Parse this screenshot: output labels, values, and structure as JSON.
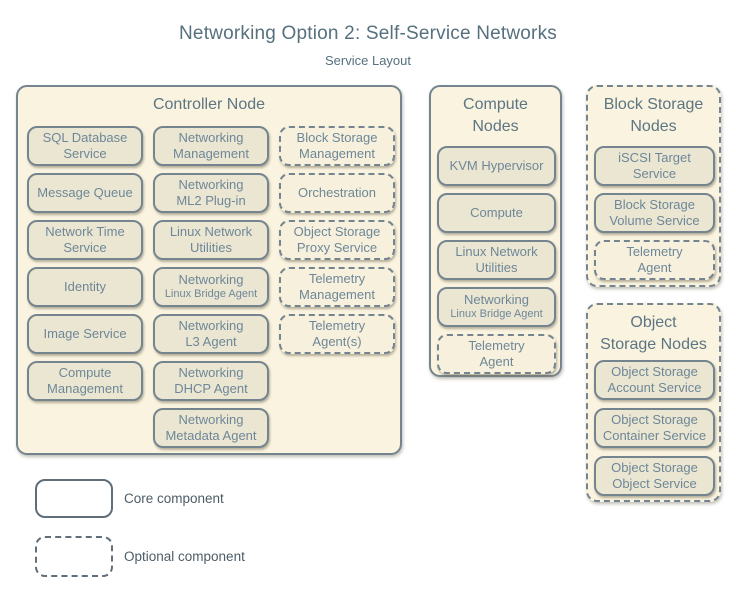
{
  "title": "Networking Option 2: Self-Service Networks",
  "subtitle": "Service Layout",
  "colors": {
    "container_fill": "#f9f3df",
    "service_fill": "#ebe6d2",
    "border": "#75858f",
    "title_text": "#56707e",
    "label_text": "#6e8798",
    "legend_text": "#4d5c66"
  },
  "groups": {
    "controller": {
      "title": "Controller Node",
      "optional": false,
      "columns": [
        [
          {
            "lines": [
              "SQL Database",
              "Service"
            ],
            "optional": false
          },
          {
            "lines": [
              "Message Queue"
            ],
            "optional": false
          },
          {
            "lines": [
              "Network Time",
              "Service"
            ],
            "optional": false
          },
          {
            "lines": [
              "Identity"
            ],
            "optional": false
          },
          {
            "lines": [
              "Image Service"
            ],
            "optional": false
          },
          {
            "lines": [
              "Compute",
              "Management"
            ],
            "optional": false
          }
        ],
        [
          {
            "lines": [
              "Networking",
              "Management"
            ],
            "optional": false
          },
          {
            "lines": [
              "Networking",
              "ML2 Plug-in"
            ],
            "optional": false
          },
          {
            "lines": [
              "Linux Network",
              "Utilities"
            ],
            "optional": false
          },
          {
            "lines": [
              "Networking",
              "Linux Bridge Agent"
            ],
            "small2": true,
            "optional": false
          },
          {
            "lines": [
              "Networking",
              "L3 Agent"
            ],
            "optional": false
          },
          {
            "lines": [
              "Networking",
              "DHCP Agent"
            ],
            "optional": false
          },
          {
            "lines": [
              "Networking",
              "Metadata Agent"
            ],
            "optional": false
          }
        ],
        [
          {
            "lines": [
              "Block Storage",
              "Management"
            ],
            "optional": true
          },
          {
            "lines": [
              "Orchestration"
            ],
            "optional": true
          },
          {
            "lines": [
              "Object Storage",
              "Proxy Service"
            ],
            "optional": true
          },
          {
            "lines": [
              "Telemetry",
              "Management"
            ],
            "optional": true
          },
          {
            "lines": [
              "Telemetry",
              "Agent(s)"
            ],
            "optional": true
          }
        ]
      ]
    },
    "compute": {
      "title": "Compute\nNodes",
      "optional": false,
      "columns": [
        [
          {
            "lines": [
              "KVM Hypervisor"
            ],
            "optional": false
          },
          {
            "lines": [
              "Compute"
            ],
            "optional": false
          },
          {
            "lines": [
              "Linux Network",
              "Utilities"
            ],
            "optional": false
          },
          {
            "lines": [
              "Networking",
              "Linux Bridge Agent"
            ],
            "small2": true,
            "optional": false
          },
          {
            "lines": [
              "Telemetry",
              "Agent"
            ],
            "optional": true
          }
        ]
      ]
    },
    "block_storage": {
      "title": "Block Storage\nNodes",
      "optional": true,
      "columns": [
        [
          {
            "lines": [
              "iSCSI Target",
              "Service"
            ],
            "optional": false
          },
          {
            "lines": [
              "Block Storage",
              "Volume Service"
            ],
            "optional": false
          },
          {
            "lines": [
              "Telemetry",
              "Agent"
            ],
            "optional": true
          }
        ]
      ]
    },
    "object_storage": {
      "title": "Object\nStorage Nodes",
      "optional": true,
      "columns": [
        [
          {
            "lines": [
              "Object Storage",
              "Account Service"
            ],
            "optional": false
          },
          {
            "lines": [
              "Object Storage",
              "Container Service"
            ],
            "optional": false
          },
          {
            "lines": [
              "Object Storage",
              "Object Service"
            ],
            "optional": false
          }
        ]
      ]
    }
  },
  "legend": {
    "core_label": "Core component",
    "optional_label": "Optional component"
  }
}
